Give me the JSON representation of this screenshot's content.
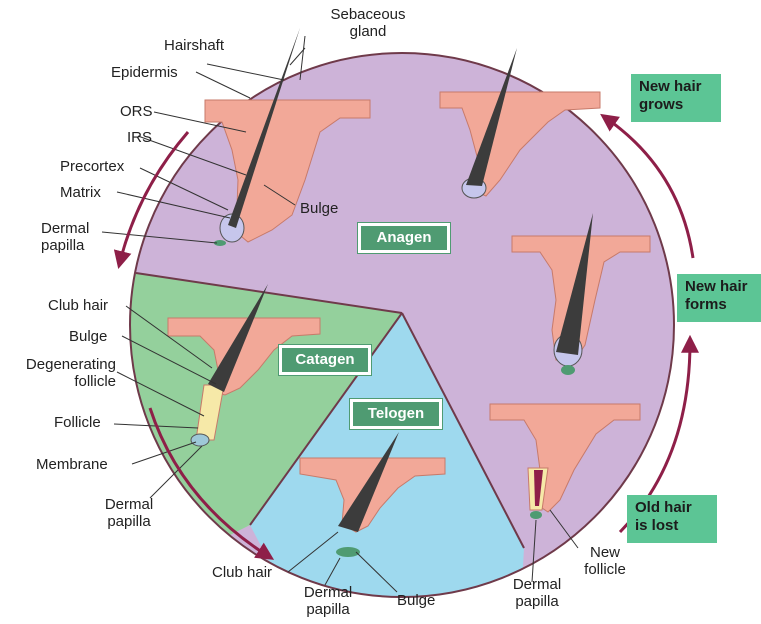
{
  "phases": {
    "anagen": "Anagen",
    "catagen": "Catagen",
    "telogen": "Telogen"
  },
  "notes": {
    "new_hair_grows": [
      "New hair",
      "grows"
    ],
    "new_hair_forms": [
      "New hair",
      "forms"
    ],
    "old_hair_lost": [
      "Old hair",
      "is lost"
    ]
  },
  "anagen_labels": {
    "sebaceous_gland": [
      "Sebaceous",
      "gland"
    ],
    "hairshaft": "Hairshaft",
    "epidermis": "Epidermis",
    "ors": "ORS",
    "irs": "IRS",
    "precortex": "Precortex",
    "matrix": "Matrix",
    "dermal_papilla": [
      "Dermal",
      "papilla"
    ],
    "bulge": "Bulge"
  },
  "catagen_labels": {
    "club_hair": "Club hair",
    "bulge": "Bulge",
    "degenerating_follicle": [
      "Degenerating",
      "follicle"
    ],
    "follicle": "Follicle",
    "membrane": "Membrane",
    "dermal_papilla": [
      "Dermal",
      "papilla"
    ]
  },
  "telogen_labels": {
    "club_hair": "Club hair",
    "dermal_papilla": [
      "Dermal",
      "papilla"
    ],
    "bulge": "Bulge"
  },
  "shed_labels": {
    "dermal_papilla": [
      "Dermal",
      "papilla"
    ],
    "new_follicle": [
      "New",
      "follicle"
    ]
  },
  "colors": {
    "anagen": "#cdb3d8",
    "catagen": "#94d09c",
    "telogen": "#9ed9ee",
    "outline": "#6f3a4a",
    "skin": "#f2a898",
    "arrow": "#8e1f48",
    "note": "#5cc595",
    "phase_box": "#4f9b72"
  }
}
